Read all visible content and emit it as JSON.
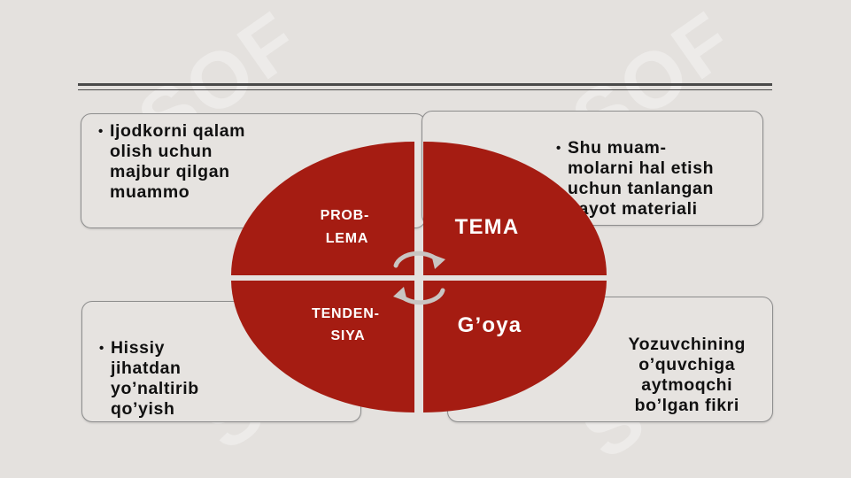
{
  "quadrants": {
    "top_left": "PROB-\nLEMA",
    "top_right": "TEMA",
    "bottom_left": "TENDEN-\nSIYA",
    "bottom_right": "G’oya"
  },
  "boxes": {
    "top_left": "Ijodkorni qalam\nolish uchun\nmajbur qilgan\nmuammo",
    "top_right": "Shu muam-\nmolarni hal etish\nuchun tanlangan\nhayot materiali",
    "bottom_left": "Hissiy\njihatdan\nyo’naltirib\nqo’yish",
    "bottom_right": "Yozuvchining\no’quvchiga\naytmoqchi\nbo’lgan fikri"
  },
  "watermark": "SOF",
  "colors": {
    "wheel": "#a51c12",
    "divider": "#ffffff",
    "box_border": "#8d8d8d",
    "rule": "#4a4a4a",
    "background": "#e4e1de"
  }
}
